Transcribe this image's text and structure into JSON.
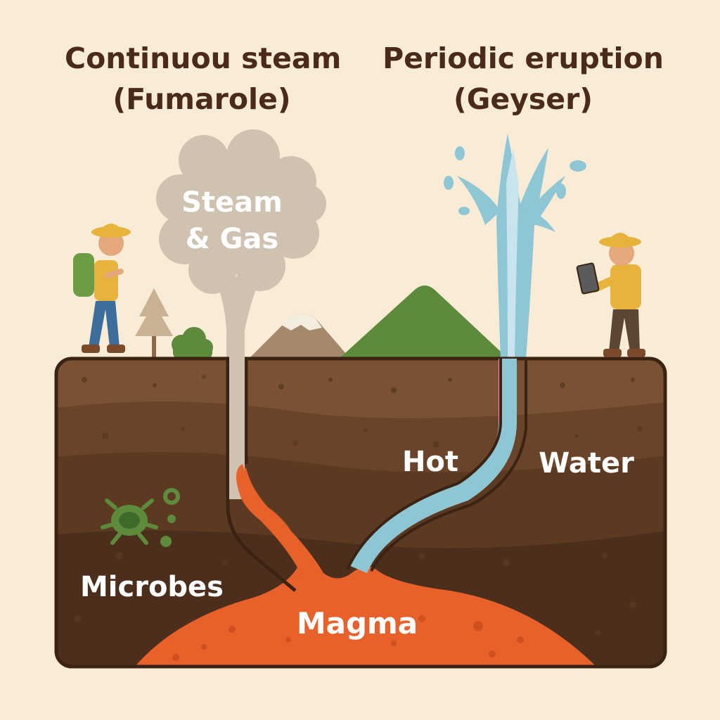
{
  "titles": {
    "fumarole_line1": "Continuou steam",
    "fumarole_line2": "(Fumarole)",
    "geyser_line1": "Periodic eruption",
    "geyser_line2": "(Geyser)"
  },
  "labels": {
    "steam_line1": "Steam",
    "steam_line2": "& Gas",
    "hot": "Hot",
    "water": "Water",
    "microbes": "Microbes",
    "magma": "Magma"
  },
  "icons": [
    "hiker-icon",
    "researcher-icon",
    "tablet-icon",
    "pine-tree-icon",
    "bush-icon",
    "mountain-icon",
    "volcano-icon",
    "microbe-icon"
  ],
  "colors": {
    "background": "#f8ecd6",
    "soil_top": "#7a5233",
    "soil_deep": "#4b2e1b",
    "magma": "#e8602a",
    "water": "#8fc6d4",
    "steam": "#cfc2b0",
    "hill": "#5e8a3c",
    "text": "#4a2a1c"
  }
}
